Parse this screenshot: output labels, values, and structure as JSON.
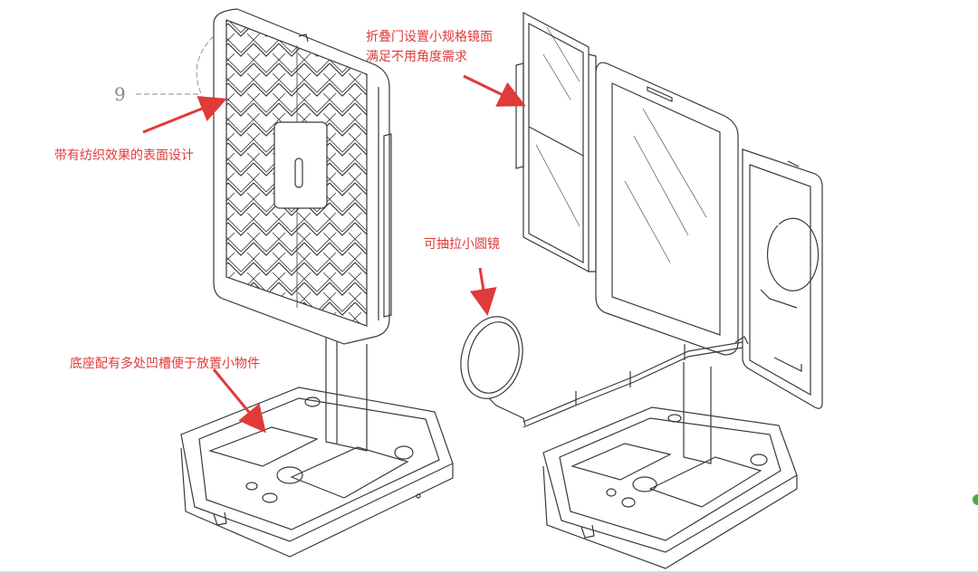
{
  "labels": {
    "fabric_surface": "带有纺织效果的表面设计",
    "base_grooves": "底座配有多处凹槽便于放置小物件",
    "folding_door_line1": "折叠门设置小规格镜面",
    "folding_door_line2": "满足不用角度需求",
    "pull_mirror": "可抽拉小圆镜",
    "callout_number": "9"
  },
  "colors": {
    "annotation": "#e03a3a",
    "line_art": "#3a3a3a",
    "callout": "#888888",
    "accent_dot": "#3fae49"
  }
}
